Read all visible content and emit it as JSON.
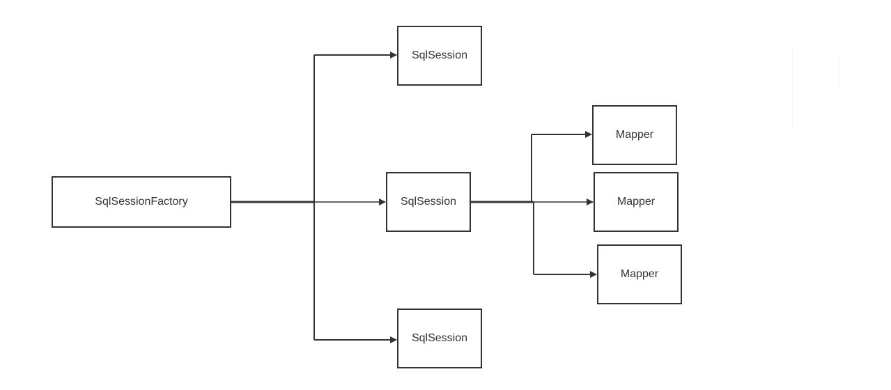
{
  "diagram": {
    "factory": {
      "label": "SqlSessionFactory"
    },
    "sessions": [
      {
        "label": "SqlSession"
      },
      {
        "label": "SqlSession"
      },
      {
        "label": "SqlSession"
      }
    ],
    "mappers": [
      {
        "label": "Mapper"
      },
      {
        "label": "Mapper"
      },
      {
        "label": "Mapper"
      }
    ],
    "colors": {
      "stroke": "#333333",
      "text": "#333333",
      "background": "#ffffff"
    }
  }
}
